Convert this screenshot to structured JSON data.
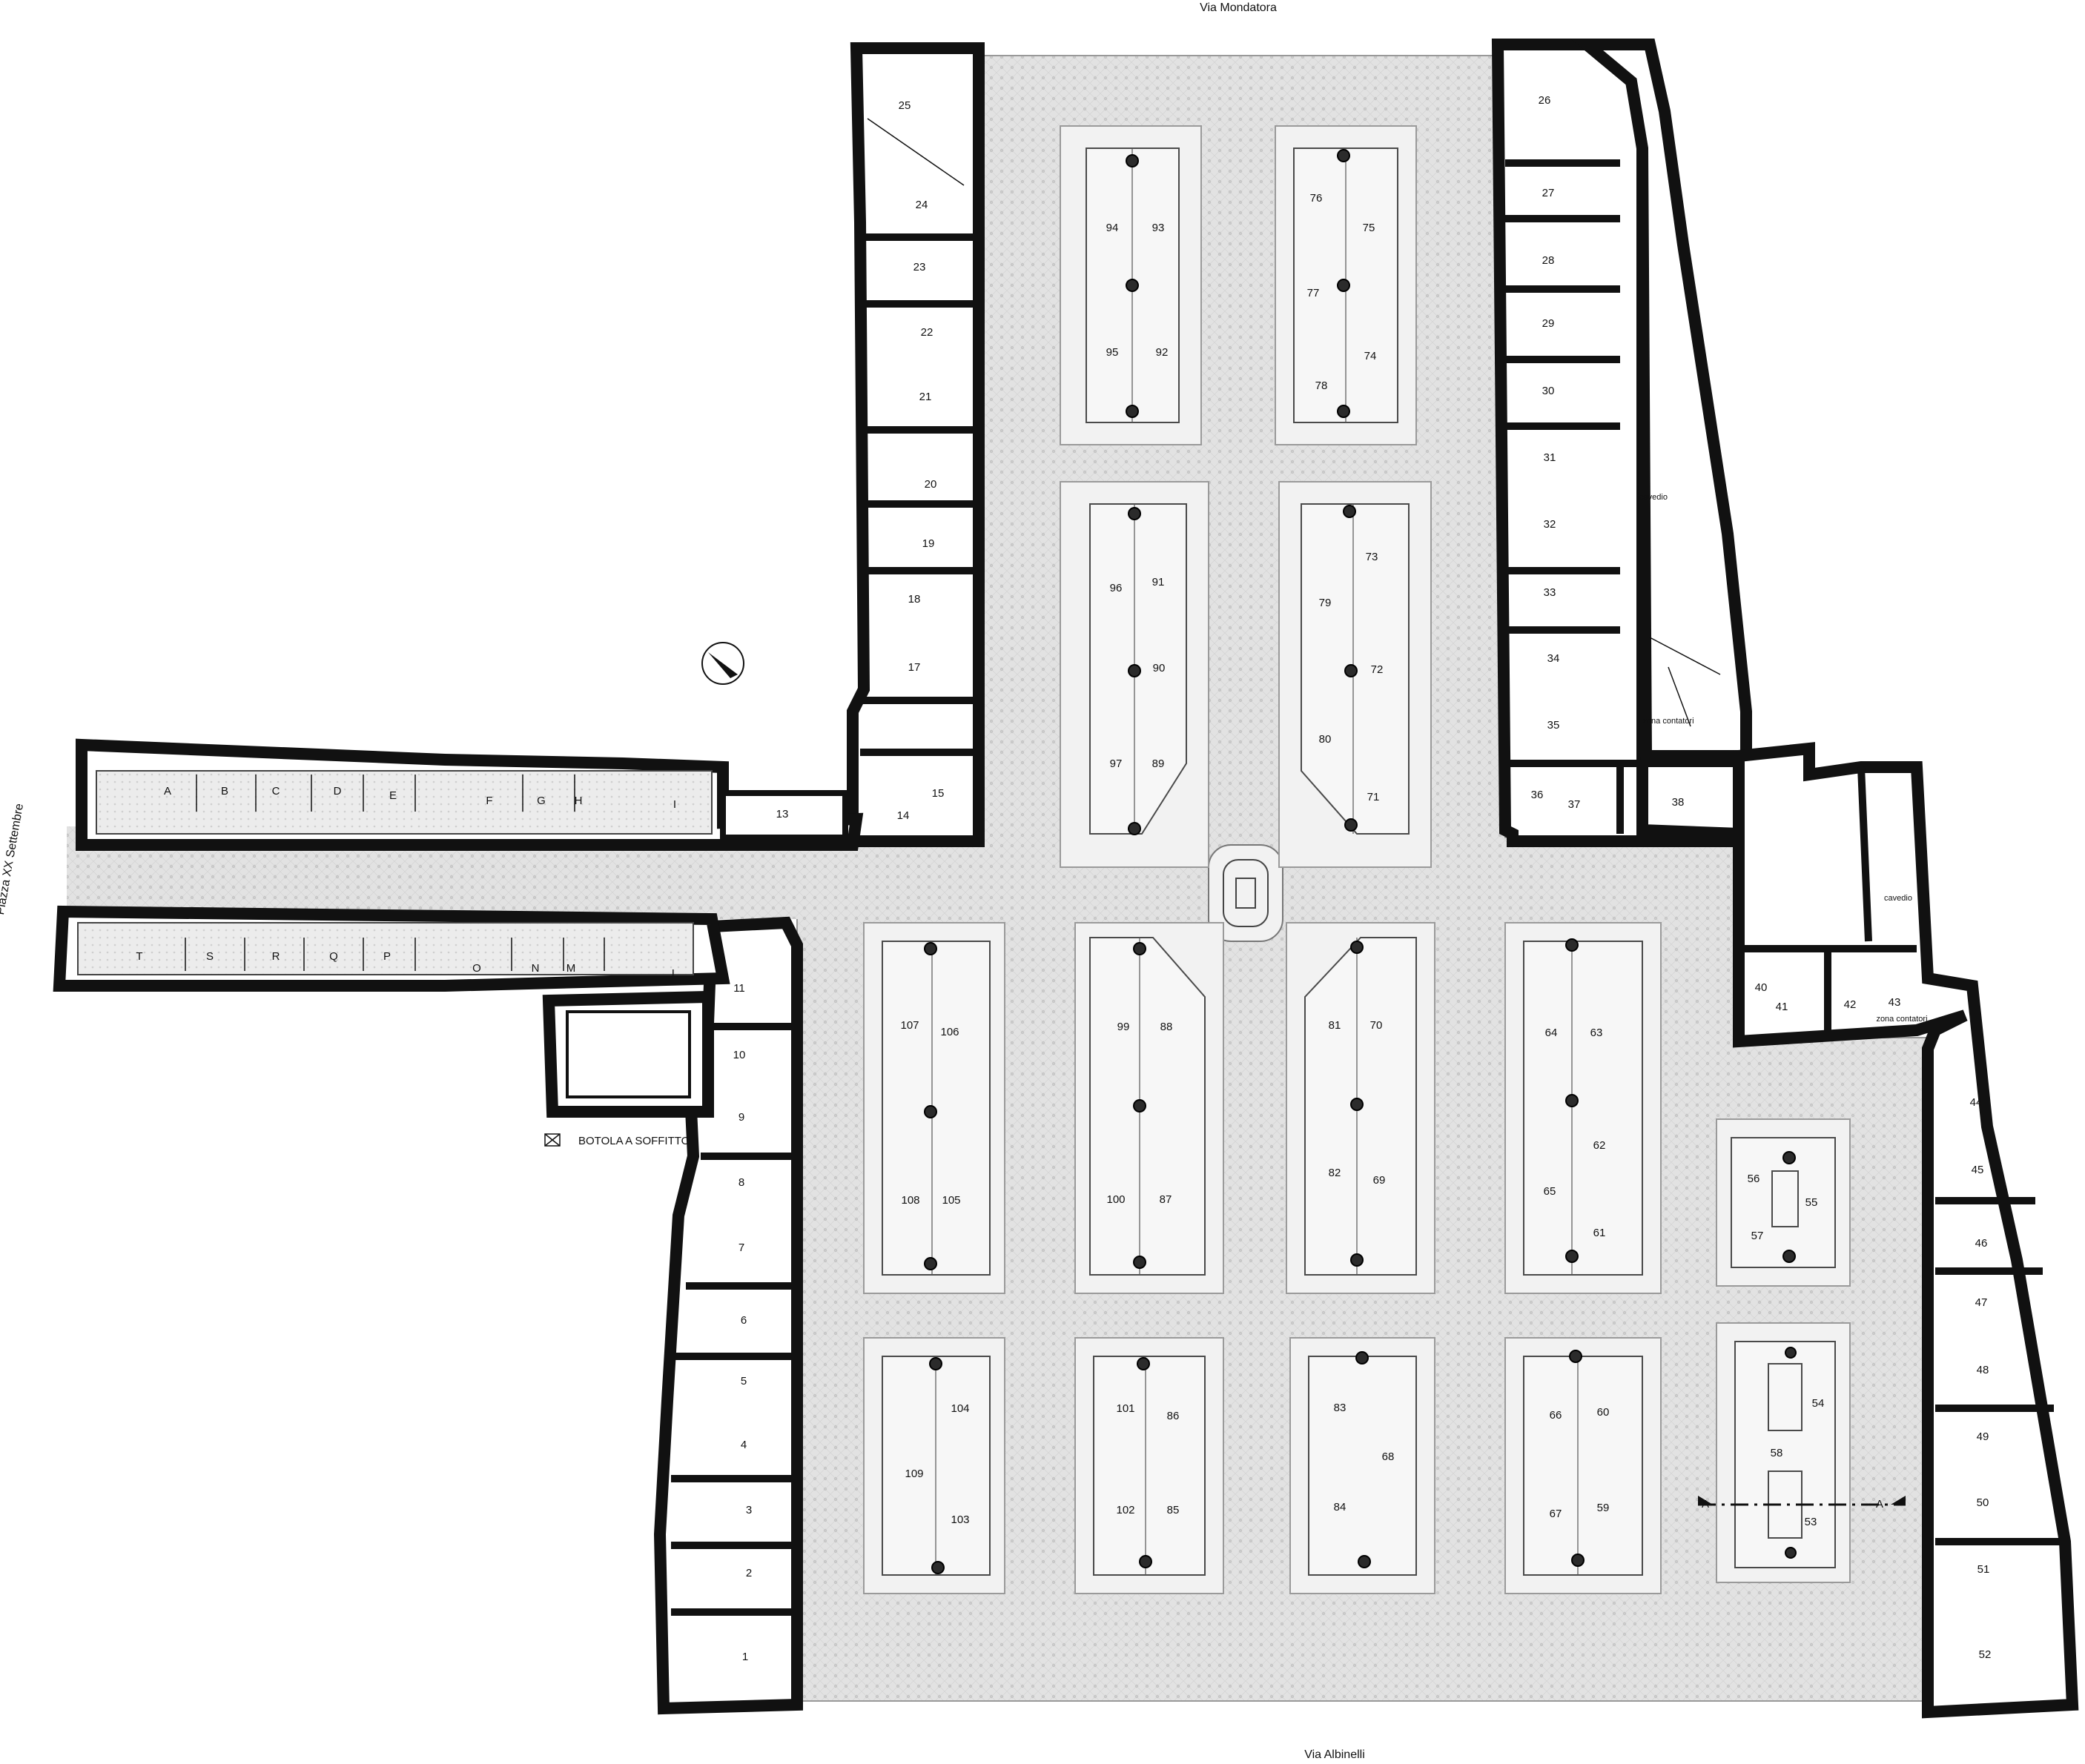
{
  "streets": {
    "north": "Via Mondatora",
    "south": "Via Albinelli",
    "west": "Piazza XX Settembre"
  },
  "legend": {
    "hatch_label": "BOTOLA A SOFFITTO"
  },
  "annotations": {
    "cavedio_label": "cavedio",
    "zona_contatori_label": "zona contatori",
    "section_marker": "A"
  },
  "rooms_west_wing": [
    "1",
    "2",
    "3",
    "4",
    "5",
    "6",
    "7",
    "8",
    "9",
    "10",
    "11"
  ],
  "rooms_north_wing": [
    "13",
    "14",
    "15",
    "17",
    "18",
    "19",
    "20",
    "21",
    "22",
    "23",
    "24",
    "25"
  ],
  "rooms_east_wing": [
    "26",
    "27",
    "28",
    "29",
    "30",
    "31",
    "32",
    "33",
    "34",
    "35",
    "36",
    "37",
    "38"
  ],
  "rooms_southeast": [
    "40",
    "41",
    "42",
    "43",
    "44",
    "45",
    "46",
    "47",
    "48",
    "49",
    "50",
    "51",
    "52"
  ],
  "corridor_top_letters": [
    "A",
    "B",
    "C",
    "D",
    "E",
    "F",
    "G",
    "H",
    "I"
  ],
  "corridor_bottom_letters": [
    "T",
    "S",
    "R",
    "Q",
    "P",
    "O",
    "N",
    "M",
    "L"
  ],
  "stall_pads": [
    {
      "numbers": [
        "94",
        "93",
        "95",
        "92"
      ]
    },
    {
      "numbers": [
        "76",
        "75",
        "77",
        "74",
        "78"
      ]
    },
    {
      "numbers": [
        "96",
        "91",
        "90",
        "97",
        "89"
      ]
    },
    {
      "numbers": [
        "73",
        "79",
        "72",
        "80",
        "71"
      ]
    },
    {
      "numbers": [
        "107",
        "106",
        "108",
        "105"
      ]
    },
    {
      "numbers": [
        "99",
        "88",
        "100",
        "87"
      ]
    },
    {
      "numbers": [
        "81",
        "70",
        "82",
        "69"
      ]
    },
    {
      "numbers": [
        "64",
        "63",
        "62",
        "65",
        "61"
      ]
    },
    {
      "numbers": [
        "56",
        "55",
        "57"
      ]
    },
    {
      "numbers": [
        "104",
        "109",
        "103"
      ]
    },
    {
      "numbers": [
        "101",
        "86",
        "102",
        "85"
      ]
    },
    {
      "numbers": [
        "83",
        "68",
        "84"
      ]
    },
    {
      "numbers": [
        "66",
        "60",
        "67",
        "59"
      ]
    },
    {
      "numbers": [
        "54",
        "58",
        "53"
      ]
    }
  ],
  "colors": {
    "wall": "#111111",
    "floor": "#dedede",
    "pad": "#f2f2f2"
  }
}
